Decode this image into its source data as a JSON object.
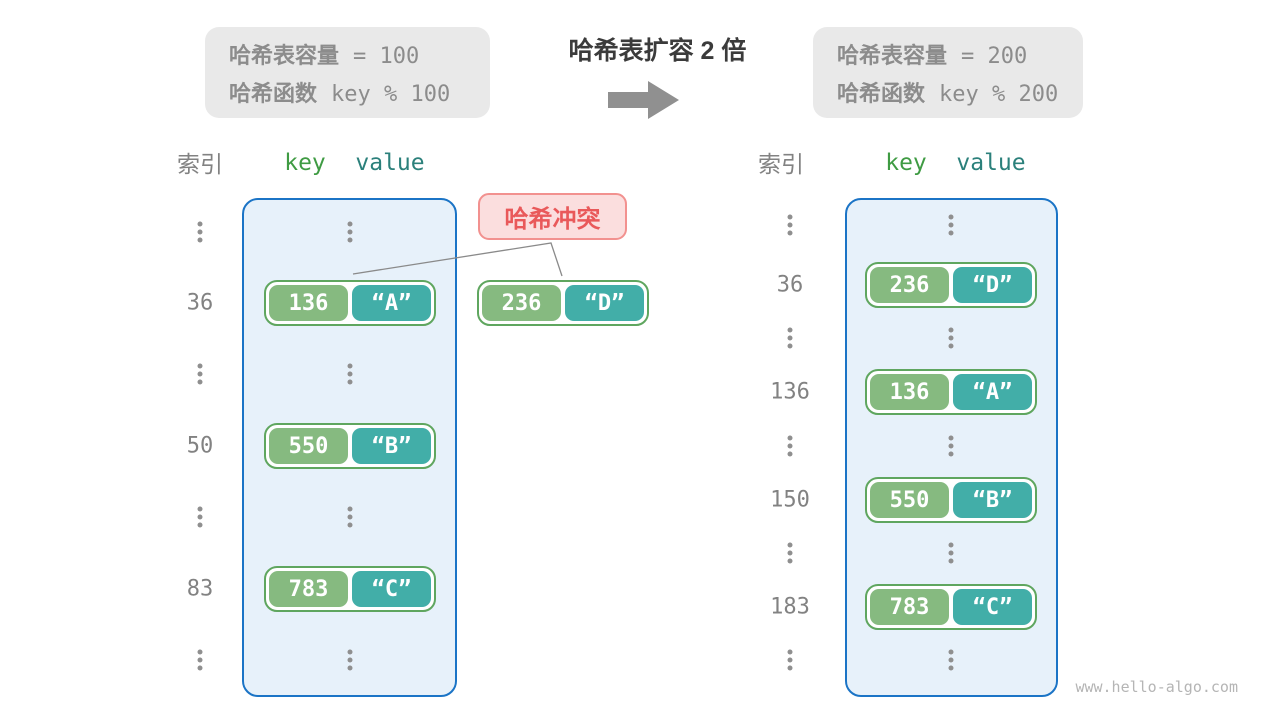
{
  "header": {
    "left_box": {
      "lines": [
        {
          "label": "哈希表容量",
          "value": "= 100"
        },
        {
          "label": "哈希函数",
          "value": "key % 100"
        }
      ]
    },
    "title": "哈希表扩容 2 倍",
    "right_box": {
      "lines": [
        {
          "label": "哈希表容量",
          "value": "= 200"
        },
        {
          "label": "哈希函数",
          "value": "key % 200"
        }
      ]
    }
  },
  "collision": {
    "label": "哈希冲突",
    "pair": {
      "key": "236",
      "value": "“D”"
    }
  },
  "left_table": {
    "headers": {
      "index": "索引",
      "key": "key",
      "value": "value"
    },
    "rows": [
      {
        "type": "ellipsis"
      },
      {
        "type": "pair",
        "index": "36",
        "key": "136",
        "value": "“A”"
      },
      {
        "type": "ellipsis"
      },
      {
        "type": "pair",
        "index": "50",
        "key": "550",
        "value": "“B”"
      },
      {
        "type": "ellipsis"
      },
      {
        "type": "pair",
        "index": "83",
        "key": "783",
        "value": "“C”"
      },
      {
        "type": "ellipsis"
      }
    ]
  },
  "right_table": {
    "headers": {
      "index": "索引",
      "key": "key",
      "value": "value"
    },
    "rows": [
      {
        "type": "ellipsis"
      },
      {
        "type": "pair",
        "index": "36",
        "key": "236",
        "value": "“D”"
      },
      {
        "type": "ellipsis"
      },
      {
        "type": "pair",
        "index": "136",
        "key": "136",
        "value": "“A”"
      },
      {
        "type": "ellipsis"
      },
      {
        "type": "pair",
        "index": "150",
        "key": "550",
        "value": "“B”"
      },
      {
        "type": "ellipsis"
      },
      {
        "type": "pair",
        "index": "183",
        "key": "783",
        "value": "“C”"
      },
      {
        "type": "ellipsis"
      }
    ]
  },
  "watermark": "www.hello-algo.com",
  "colors": {
    "gray_box_bg": "#e9e9e9",
    "gray_text": "#8c8c8c",
    "title_text": "#3b3b3b",
    "container_fill": "#e7f1fa",
    "container_border": "#1b74c6",
    "pair_border": "#5fa65f",
    "pair_key_bg": "#86ba80",
    "pair_value_bg": "#42aea8",
    "key_header_green": "#3f9b43",
    "value_header_teal": "#2b807b",
    "badge_bg": "#fbdede",
    "badge_border": "#f2918f",
    "badge_text": "#e9595a"
  }
}
